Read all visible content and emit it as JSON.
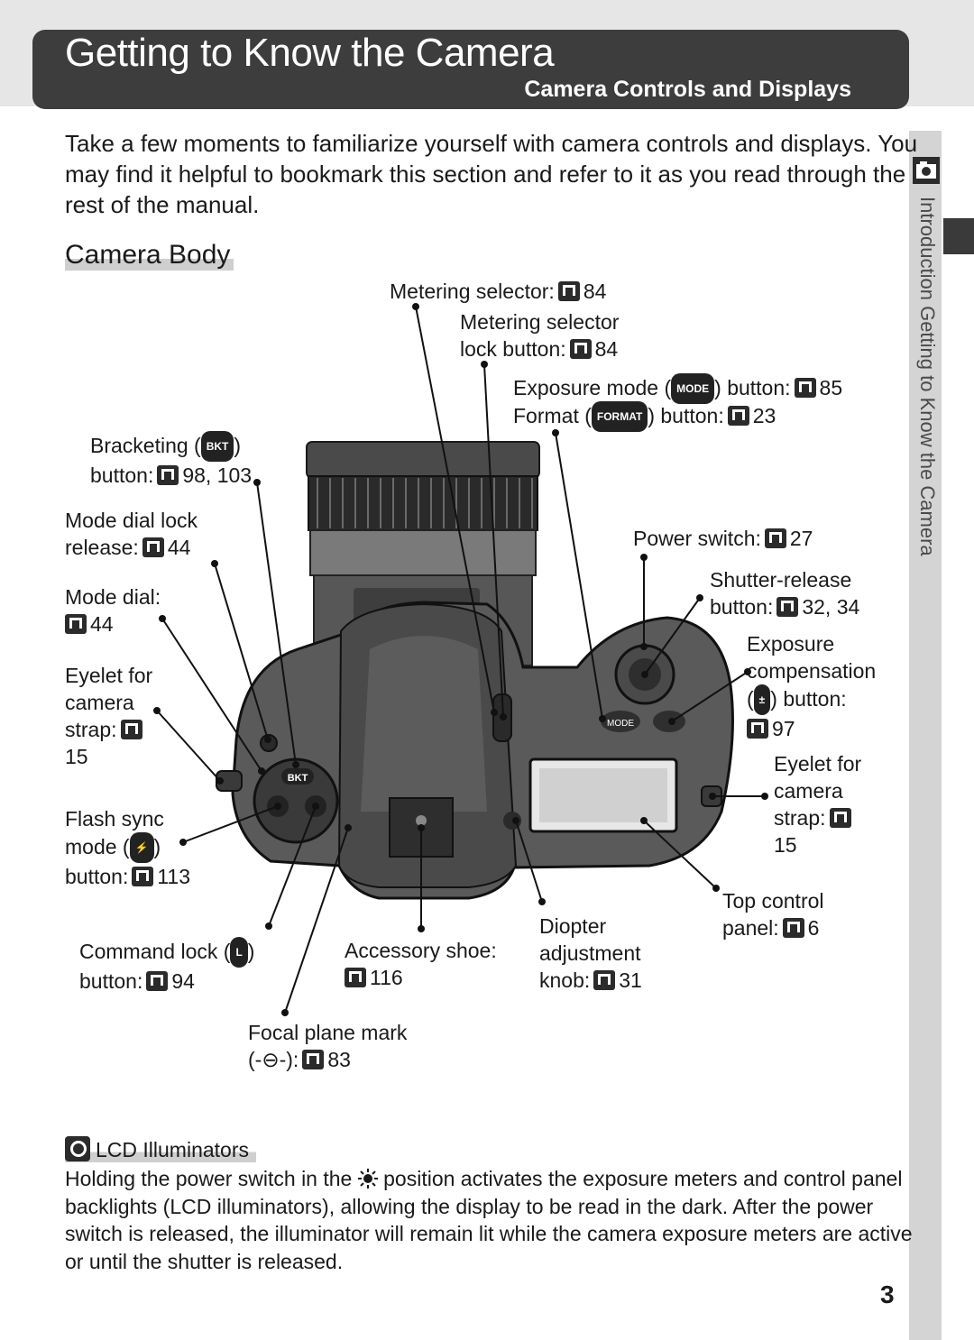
{
  "header": {
    "title": "Getting to Know the Camera",
    "subtitle": "Camera Controls and Displays"
  },
  "side": {
    "text": "Introduction Getting to Know the Camera",
    "icon": "camera-icon"
  },
  "intro": "Take a few moments to familiarize yourself with camera controls and displays.  You may find it helpful to bookmark this section and refer to it as you read through the rest of the manual.",
  "section": {
    "title": "Camera Body"
  },
  "labels": {
    "metering_selector": {
      "text": "Metering selector:",
      "page": "84"
    },
    "metering_lock": {
      "line1": "Metering selector",
      "line2": "lock button:",
      "page": "84"
    },
    "exposure_mode": {
      "pre": "Exposure mode (",
      "badge": "MODE",
      "post": ") button:",
      "page": "85"
    },
    "format": {
      "pre": "Format (",
      "badge": "FORMAT",
      "post": ") button:",
      "page": "23"
    },
    "bracketing": {
      "pre": "Bracketing (",
      "badge": "BKT",
      "post": ")",
      "line2": "button:",
      "page": "98, 103"
    },
    "mode_dial_lock": {
      "line1": "Mode dial lock",
      "line2": "release:",
      "page": "44"
    },
    "mode_dial": {
      "line1": "Mode dial:",
      "page": "44"
    },
    "eyelet_left": {
      "line1": "Eyelet for",
      "line2": "camera",
      "line3": "strap:",
      "page": "15"
    },
    "flash_sync": {
      "line1": "Flash sync",
      "pre": "mode (",
      "post": ")",
      "line3": "button:",
      "page": "113"
    },
    "command_lock": {
      "pre": "Command lock (",
      "badge": "L",
      "post": ")",
      "line2": "button:",
      "page": "94"
    },
    "focal_plane": {
      "line1": "Focal plane mark",
      "line2": "(-⊖-):",
      "page": "83"
    },
    "accessory_shoe": {
      "line1": "Accessory shoe:",
      "page": "116"
    },
    "diopter": {
      "line1": "Diopter",
      "line2": "adjustment",
      "line3": "knob:",
      "page": "31"
    },
    "top_panel": {
      "line1": "Top control",
      "line2": "panel:",
      "page": "6"
    },
    "eyelet_right": {
      "line1": "Eyelet for",
      "line2": "camera",
      "line3": "strap:",
      "page": "15"
    },
    "exposure_comp": {
      "line1": "Exposure",
      "line2": "compensation",
      "pre": "(",
      "badge": "±",
      "post": ") button:",
      "page": "97"
    },
    "shutter_release": {
      "line1": "Shutter-release",
      "line2": "button:",
      "page": "32, 34"
    },
    "power_switch": {
      "text": "Power switch:",
      "page": "27"
    }
  },
  "tip": {
    "heading": "LCD Illuminators",
    "body_pre": "Holding the power switch in the",
    "body_post": "position activates the exposure meters and control panel backlights (LCD illuminators), allowing the display to be read in the dark.  After the power switch is released, the illuminator will remain lit while the camera exposure meters are active or until the shutter is released."
  },
  "page_number": "3"
}
